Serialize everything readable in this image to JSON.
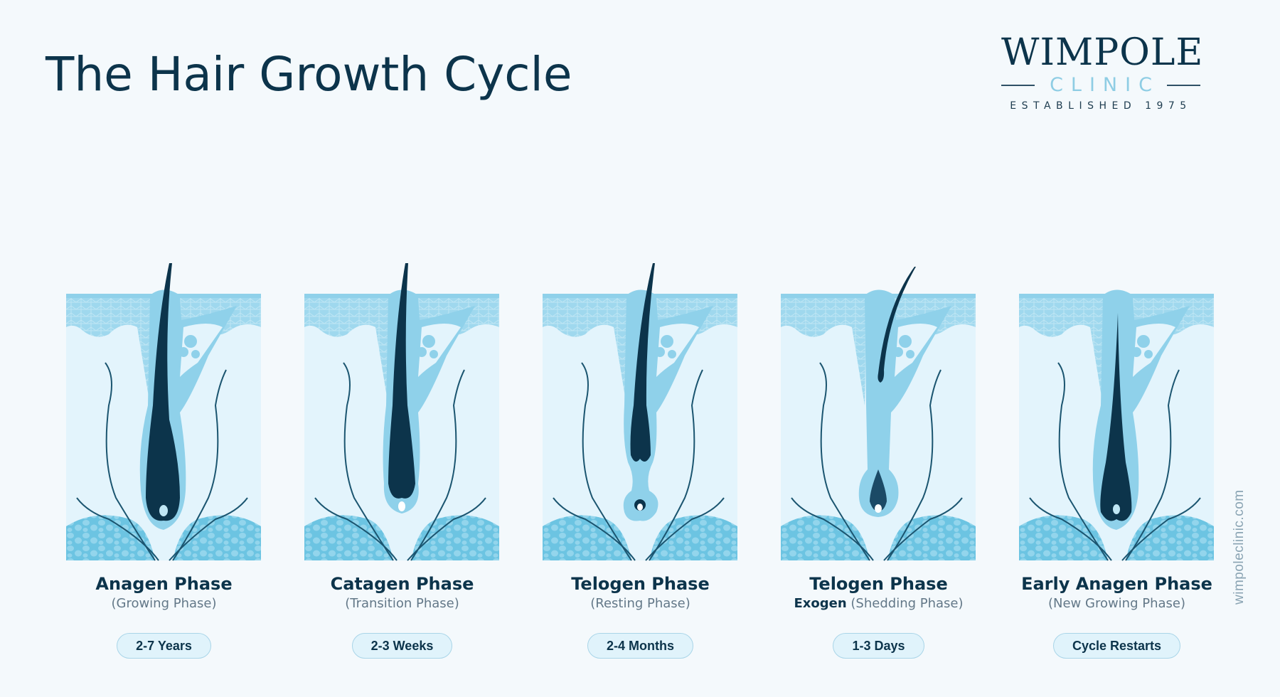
{
  "header": {
    "title": "The Hair Growth Cycle"
  },
  "logo": {
    "brand": "WIMPOLE",
    "sub": "CLINIC",
    "established": "ESTABLISHED 1975"
  },
  "side_url": "wimpoleclinic.com",
  "colors": {
    "background": "#f4f9fc",
    "navy": "#0c344b",
    "skin_light": "#e3f4fc",
    "skin_mid": "#9fd8ee",
    "skin_dark": "#6cc4e2",
    "pill_bg": "#e0f3fb",
    "subtitle_gray": "#637888"
  },
  "phases": [
    {
      "title": "Anagen Phase",
      "prefix": "",
      "subtitle": "(Growing Phase)",
      "duration": "2-7 Years",
      "illustration": "anagen-follicle"
    },
    {
      "title": "Catagen Phase",
      "prefix": "",
      "subtitle": "(Transition Phase)",
      "duration": "2-3 Weeks",
      "illustration": "catagen-follicle"
    },
    {
      "title": "Telogen Phase",
      "prefix": "",
      "subtitle": "(Resting Phase)",
      "duration": "2-4 Months",
      "illustration": "telogen-follicle"
    },
    {
      "title": "Telogen Phase",
      "prefix": "Exogen",
      "subtitle": "(Shedding Phase)",
      "duration": "1-3 Days",
      "illustration": "exogen-follicle"
    },
    {
      "title": "Early Anagen Phase",
      "prefix": "",
      "subtitle": "(New Growing Phase)",
      "duration": "Cycle Restarts",
      "illustration": "early-anagen-follicle"
    }
  ]
}
